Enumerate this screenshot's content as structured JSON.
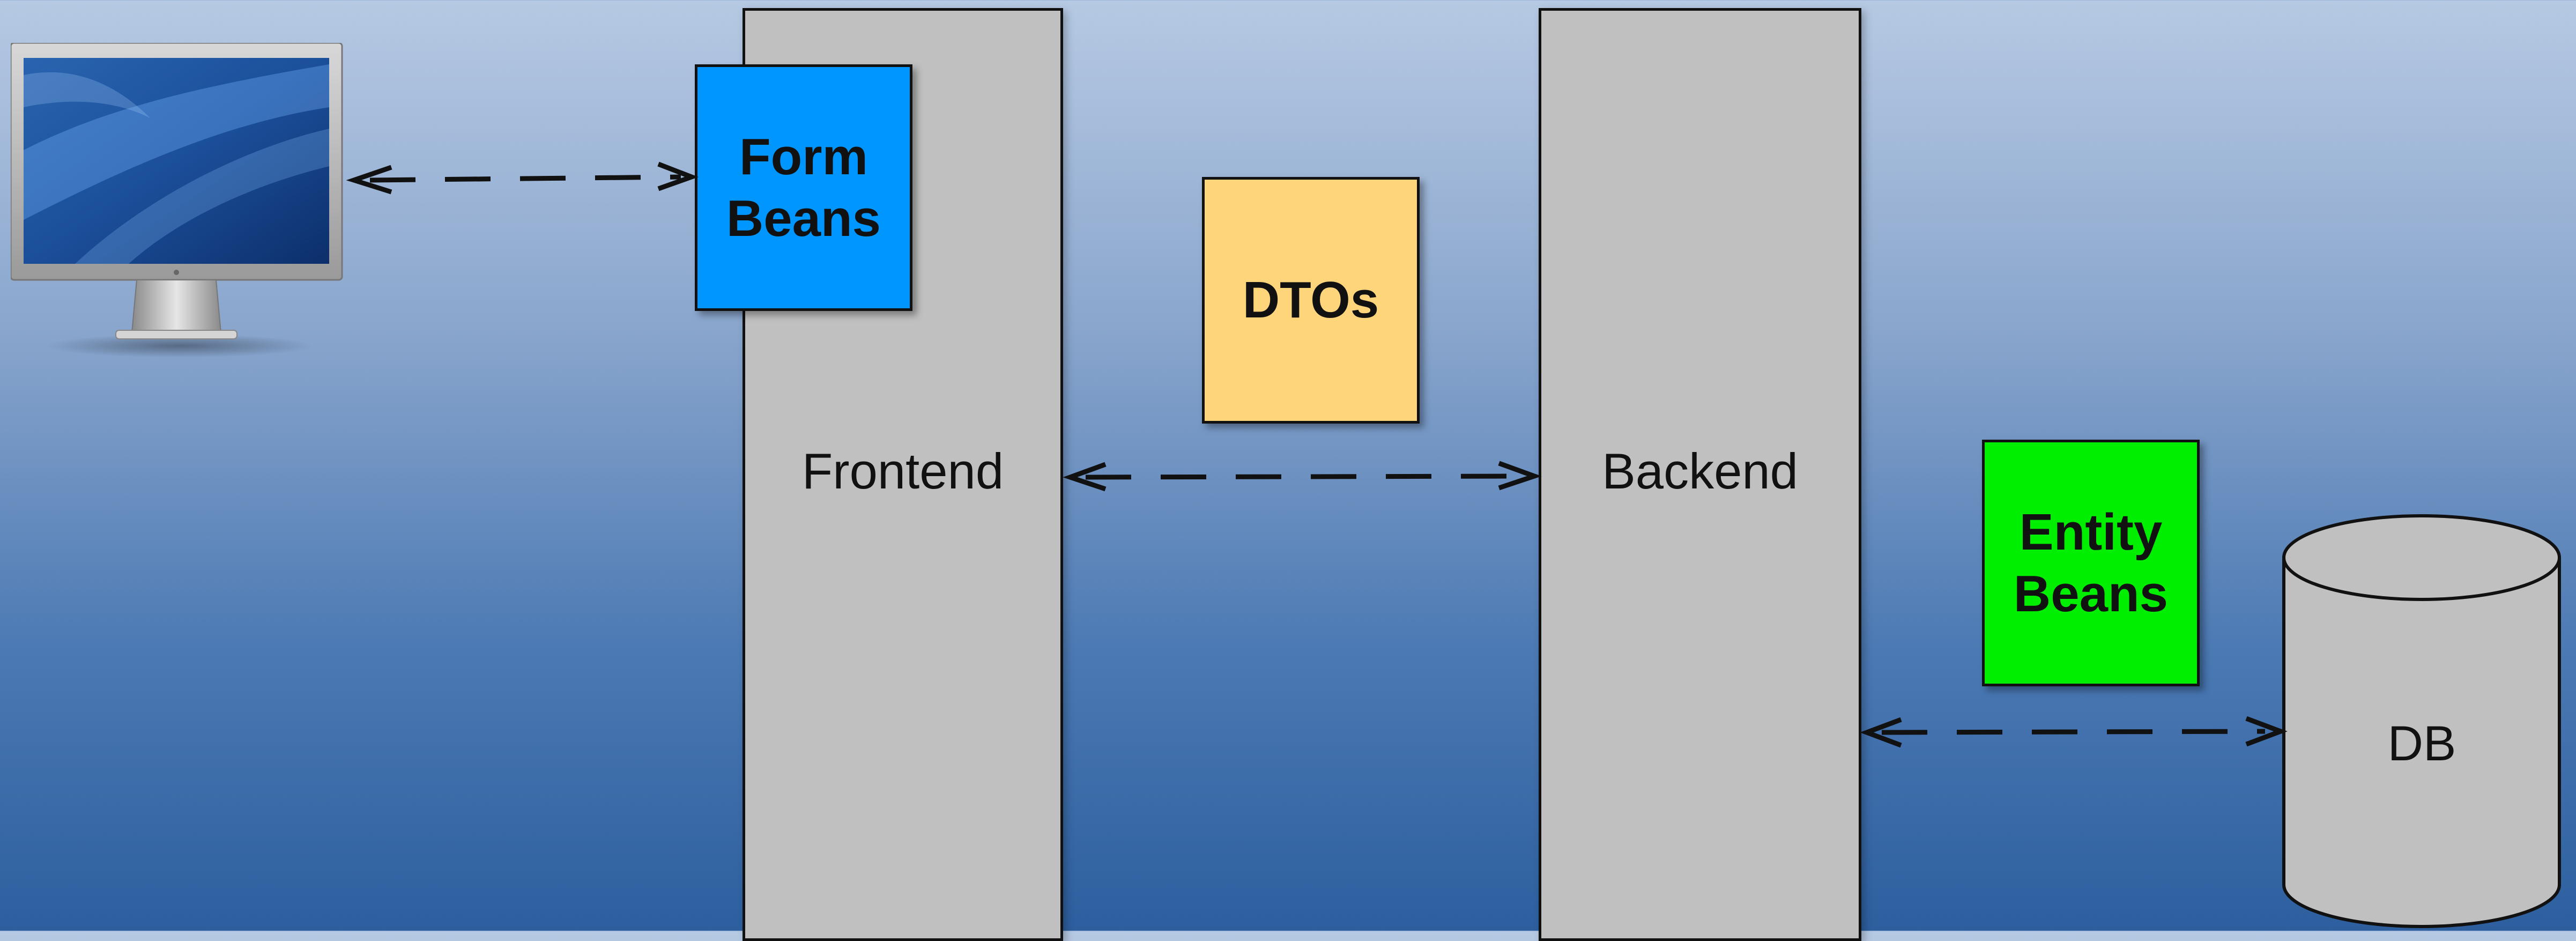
{
  "client": {
    "icon": "monitor-icon"
  },
  "frontend": {
    "label": "Frontend",
    "note": {
      "label": "Form\nBeans",
      "color": "#0096ff"
    }
  },
  "transfer": {
    "note": {
      "label": "DTOs",
      "color": "#ffd57c"
    }
  },
  "backend": {
    "label": "Backend",
    "note": {
      "label": "Entity\nBeans",
      "color": "#00ef00"
    }
  },
  "database": {
    "label": "DB",
    "icon": "database-cylinder-icon",
    "color": "#c0c0c0"
  },
  "connectors": {
    "style": "dashed-bidirectional",
    "color": "#111111"
  }
}
